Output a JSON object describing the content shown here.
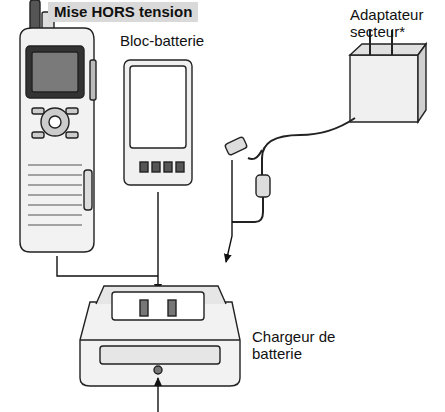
{
  "diagram": {
    "nodes": [
      {
        "text": [
          "Mise HORS tension"
        ]
      }
    ],
    "labels": [
      "Bloc-batterie",
      "Adaptateur secteur*",
      "Chargeur de batterie"
    ]
  }
}
